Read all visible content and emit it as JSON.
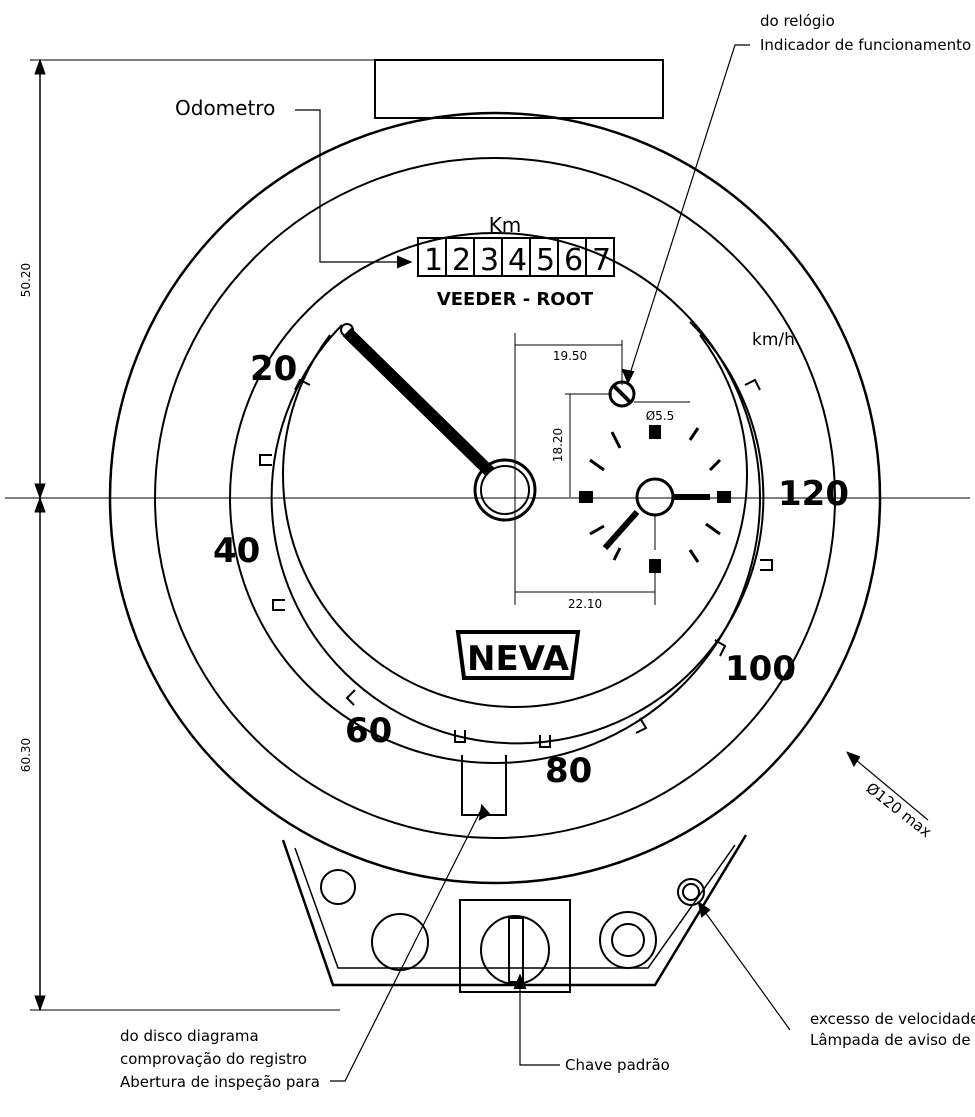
{
  "labels": {
    "odometer": "Odometro",
    "clock_indicator_line1": "Indicador de funcionamento",
    "clock_indicator_line2": "do relógio",
    "km": "Km",
    "brand": "VEEDER - ROOT",
    "kmh": "km/h",
    "logo": "NEVA",
    "inspection_line1": "Abertura de inspeção para",
    "inspection_line2": "comprovação do registro",
    "inspection_line3": "do disco diagrama",
    "key": "Chave padrão",
    "lamp_line1": "Lâmpada de aviso de",
    "lamp_line2": "excesso de velocidade",
    "diameter": "Ø120 max"
  },
  "odometer_digits": [
    "1",
    "2",
    "3",
    "4",
    "5",
    "6",
    "7"
  ],
  "speed_scale": {
    "s20": "20",
    "s40": "40",
    "s60": "60",
    "s80": "80",
    "s100": "100",
    "s120": "120"
  },
  "dimensions": {
    "overall_upper": "50.20",
    "overall_lower": "60.30",
    "clock_horizontal": "22.10",
    "clock_vertical": "18.20",
    "indicator_horizontal": "19.50",
    "indicator_diameter": "Ø5.5"
  }
}
